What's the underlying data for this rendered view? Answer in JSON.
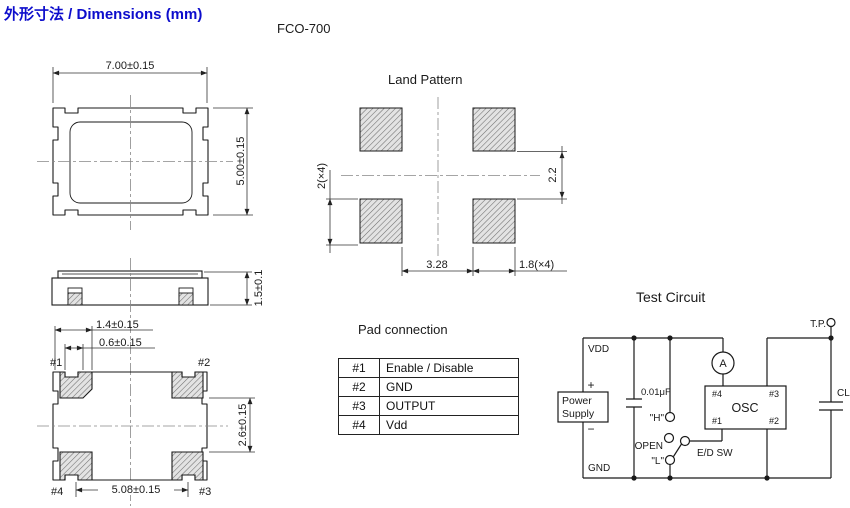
{
  "header": {
    "title": "外形寸法 / Dimensions (mm)",
    "model": "FCO-700"
  },
  "top_view": {
    "dim_width": "7.00±0.15",
    "dim_height": "5.00±0.15"
  },
  "side_view": {
    "dim_height": "1.5±0.1"
  },
  "bottom_view": {
    "dim_pad_offset": "1.4±0.15",
    "dim_notch": "0.6±0.15",
    "dim_pad_vertical": "2.6±0.15",
    "dim_pad_pitch": "5.08±0.15",
    "pin_tl": "#1",
    "pin_tr": "#2",
    "pin_bl": "#4",
    "pin_br": "#3"
  },
  "land_pattern": {
    "title": "Land Pattern",
    "dim_pad_height": "2(×4)",
    "dim_gap_vertical": "2.2",
    "dim_gap_horizontal": "3.28",
    "dim_pad_width": "1.8(×4)"
  },
  "pad_connection": {
    "title": "Pad connection",
    "rows": [
      {
        "pin": "#1",
        "name": "Enable / Disable"
      },
      {
        "pin": "#2",
        "name": "GND"
      },
      {
        "pin": "#3",
        "name": "OUTPUT"
      },
      {
        "pin": "#4",
        "name": "Vdd"
      }
    ]
  },
  "test_circuit": {
    "title": "Test Circuit",
    "vdd": "VDD",
    "gnd": "GND",
    "power_line1": "Power",
    "power_line2": "Supply",
    "plus": "+",
    "minus": "−",
    "bypass_cap": "0.01μF",
    "level_high": "\"H\"",
    "level_open": "OPEN",
    "level_low": "\"L\"",
    "switch": "E/D SW",
    "ammeter": "A",
    "osc": "OSC",
    "pin1": "#1",
    "pin2": "#2",
    "pin3": "#3",
    "pin4": "#4",
    "test_point": "T.P.",
    "load_cap": "CL"
  },
  "colors": {
    "accent_title": "#0d0dcc",
    "line": "#1a1a1a"
  }
}
